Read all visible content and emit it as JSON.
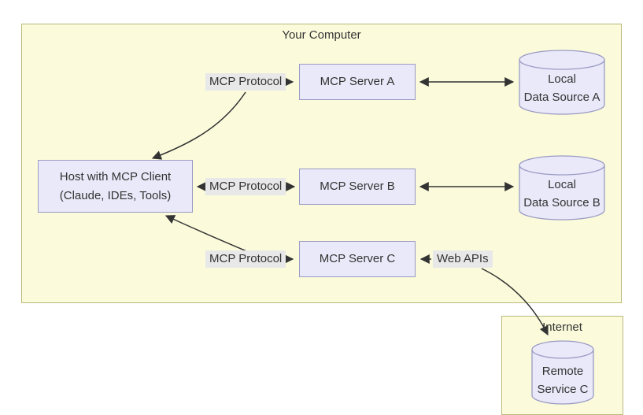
{
  "containers": {
    "your_computer": {
      "title": "Your Computer"
    },
    "internet": {
      "title": "Internet"
    }
  },
  "nodes": {
    "host": {
      "line1": "Host with MCP Client",
      "line2": "(Claude, IDEs, Tools)"
    },
    "server_a": {
      "label": "MCP Server A"
    },
    "server_b": {
      "label": "MCP Server B"
    },
    "server_c": {
      "label": "MCP Server C"
    },
    "data_source_a": {
      "line1": "Local",
      "line2": "Data Source A"
    },
    "data_source_b": {
      "line1": "Local",
      "line2": "Data Source B"
    },
    "remote_service_c": {
      "line1": "Remote",
      "line2": "Service C"
    }
  },
  "edge_labels": {
    "protocol_a": "MCP Protocol",
    "protocol_b": "MCP Protocol",
    "protocol_c": "MCP Protocol",
    "web_apis": "Web APIs"
  },
  "colors": {
    "container_fill": "#fbfbdc",
    "container_border": "#b9b97c",
    "node_fill": "#e9e9f9",
    "node_border": "#9a9ac4",
    "edge_label_bg": "#e8e8e8",
    "text": "#333333",
    "arrow": "#333333"
  }
}
